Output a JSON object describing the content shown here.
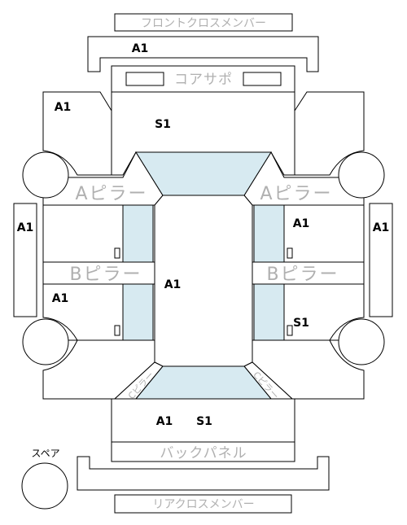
{
  "parts": {
    "front_cross_member": "フロントクロスメンバー",
    "core_support": "コアサポ",
    "a_pillar_left": "Aピラー",
    "a_pillar_right": "Aピラー",
    "b_pillar_left": "Bピラー",
    "b_pillar_right": "Bピラー",
    "c_pillar_left": "Cピラー",
    "c_pillar_right": "Cピラー",
    "back_panel": "バックパネル",
    "rear_cross_member": "リアクロスメンバー",
    "spare_label": "スペア"
  },
  "grades": {
    "front_member": "A1",
    "front_fender_left": "A1",
    "hood": "S1",
    "left_side_sill": "A1",
    "right_side_sill": "A1",
    "front_door_right": "A1",
    "roof": "A1",
    "rear_door_left": "A1",
    "rear_door_right": "S1",
    "trunk_a": "A1",
    "trunk_s": "S1"
  }
}
